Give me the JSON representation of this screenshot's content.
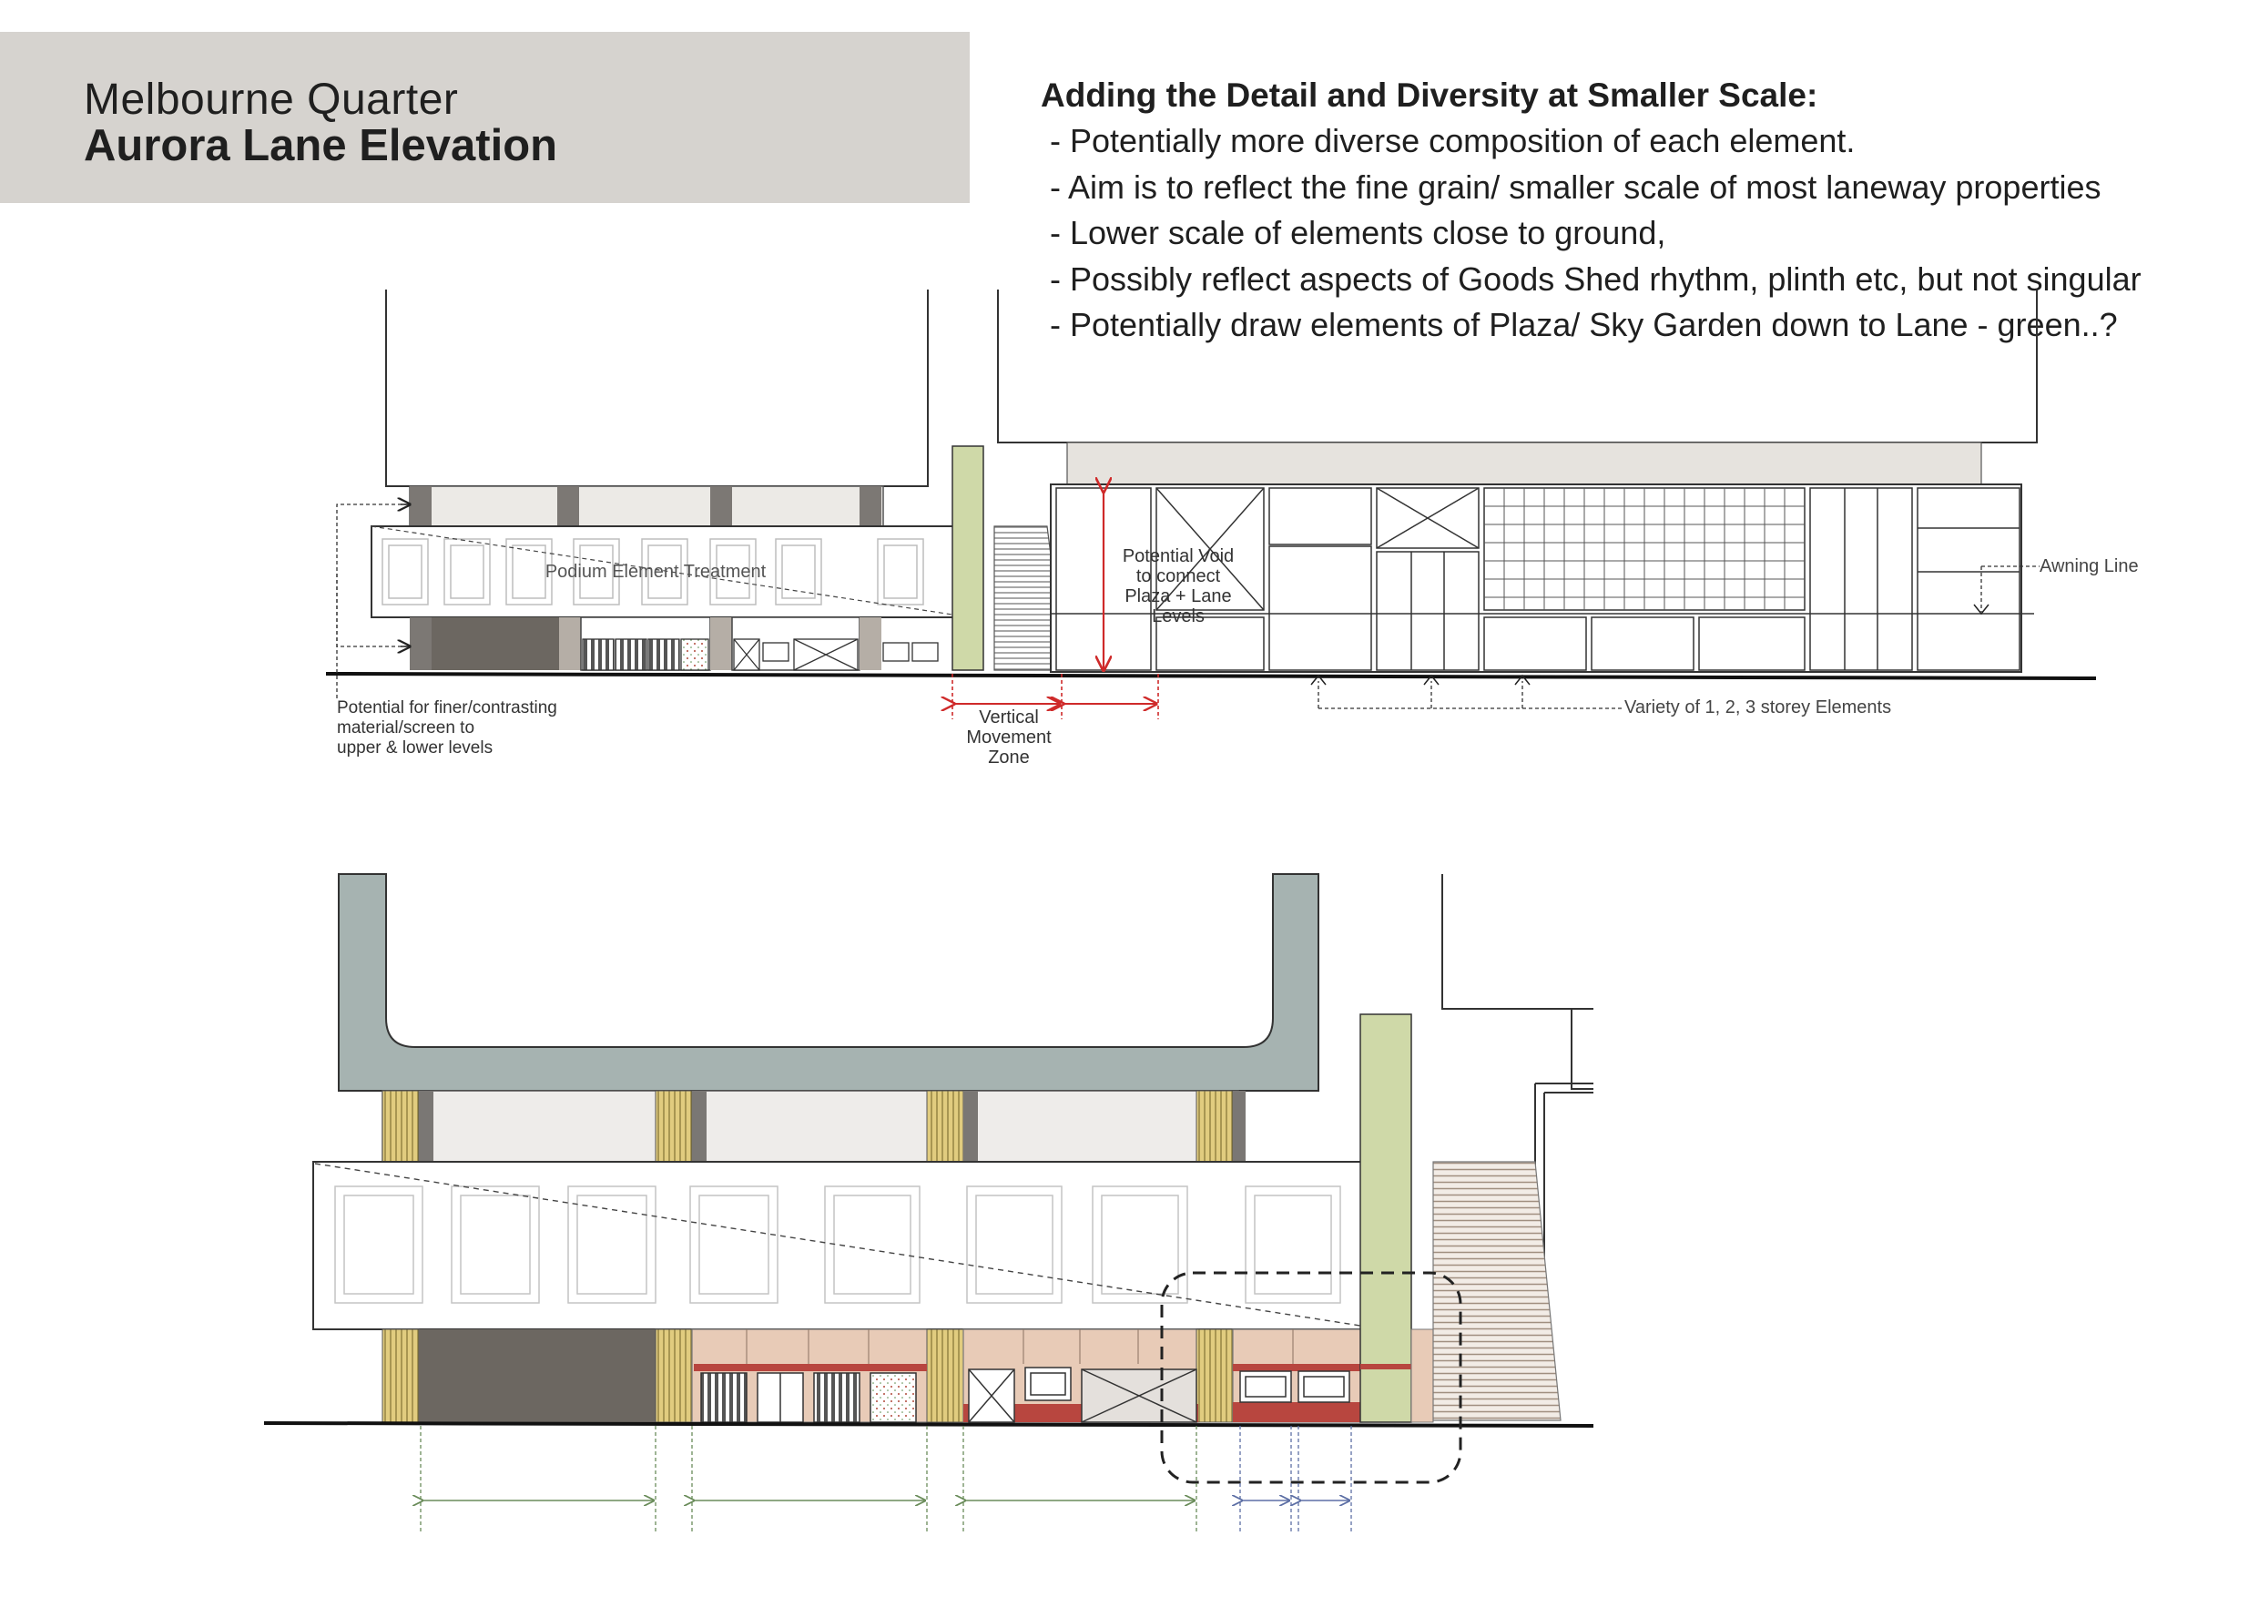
{
  "title": {
    "line1": "Melbourne Quarter",
    "line2": "Aurora Lane Elevation"
  },
  "notes": {
    "heading": "Adding the Detail and Diversity at Smaller Scale:",
    "items": [
      "- Potentially more diverse composition of each element.",
      "- Aim is to reflect the fine grain/ smaller scale of most laneway properties",
      "- Lower scale of elements close to ground,",
      "- Possibly reflect aspects of Goods Shed rhythm, plinth etc, but not singular",
      "- Potentially draw elements of Plaza/ Sky Garden down to Lane - green..?"
    ]
  },
  "annotations": {
    "podium": "Podium Element Treatment",
    "finer_material": [
      "Potential for finer/contrasting",
      "material/screen to",
      "upper & lower levels"
    ],
    "vertical_movement": [
      "Vertical",
      "Movement",
      "Zone"
    ],
    "void": [
      "Potential Void",
      "to connect",
      "Plaza + Lane",
      "Levels"
    ],
    "awning": "Awning Line",
    "variety": "Variety of 1, 2, 3 storey Elements"
  },
  "colors": {
    "title_box": "#d6d3cf",
    "tower_grey": "#a6b3b1",
    "green_core": "#cfd9a8",
    "timber": "#e1cc7f",
    "terracotta_panel": "#e8cbb7",
    "red_plinth": "#b8463f",
    "red_dimension": "#cf2a2a",
    "dark_wall": "#6c6761",
    "green_dimension": "#6a8c5a",
    "blue_dimension": "#5d6fa5"
  }
}
